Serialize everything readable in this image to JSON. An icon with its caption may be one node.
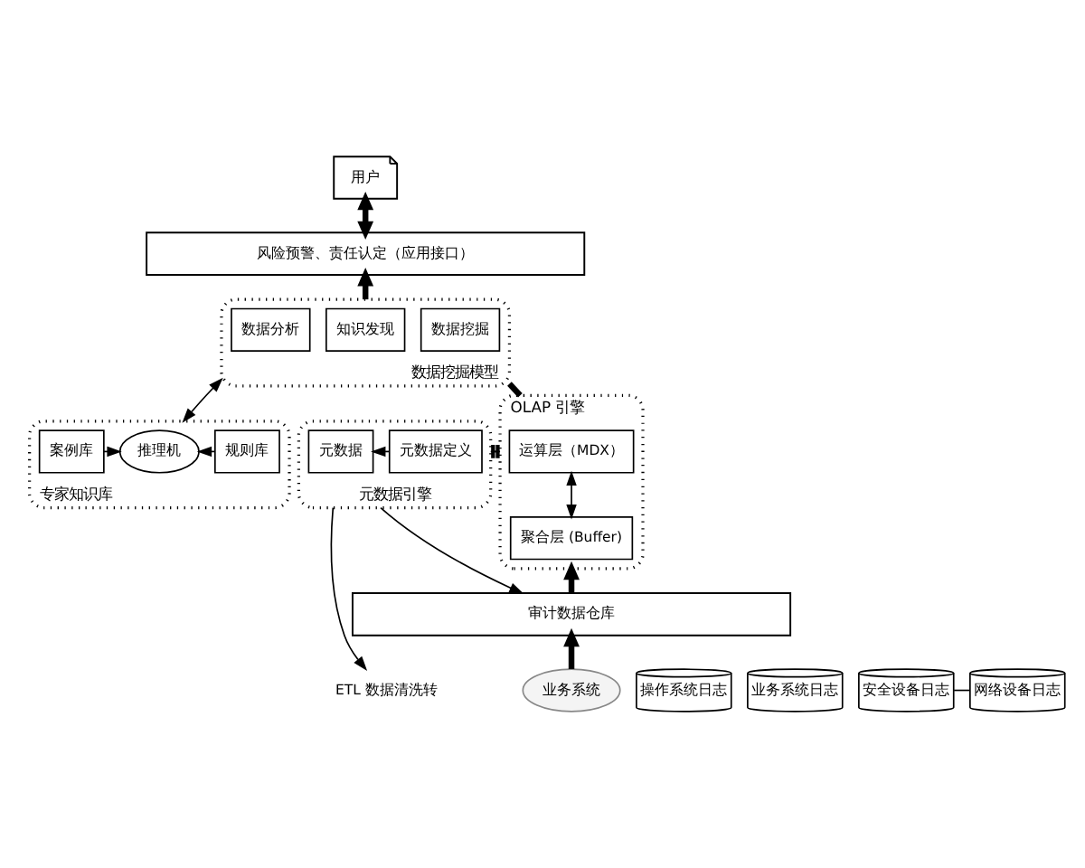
{
  "diagram": {
    "nodes": [
      {
        "text": [
          "用户"
        ]
      },
      {
        "text": [
          "风险预警、责任认定（应用接口）"
        ]
      },
      {
        "text": [
          "数据挖掘模型"
        ]
      },
      {
        "text": [
          "数据分析"
        ],
        "in": 2
      },
      {
        "text": [
          "知识发现"
        ],
        "in": 2
      },
      {
        "text": [
          "数据挖掘"
        ],
        "in": 2
      },
      {
        "text": [
          "专家知识库"
        ]
      },
      {
        "text": [
          "规则库"
        ],
        "in": 6
      },
      {
        "text": [
          "推理机"
        ],
        "in": 6
      },
      {
        "text": [
          "案例库"
        ],
        "in": 6
      },
      {
        "text": [
          "OLAP 引擎"
        ]
      },
      {
        "text": [
          "运算层（MDX）"
        ],
        "in": 10
      },
      {
        "text": [
          "聚合层 (Buffer)"
        ],
        "in": 10
      },
      {
        "text": [
          "元数据引擎"
        ]
      },
      {
        "text": [
          "元数据定义"
        ],
        "in": 13
      },
      {
        "text": [
          "元数据"
        ],
        "in": 13
      },
      {
        "text": [
          "审计数据仓库"
        ]
      },
      {
        "text": [
          "业务系统"
        ]
      },
      {
        "text": [
          "操作系统日志"
        ]
      },
      {
        "text": [
          "业务系统日志"
        ]
      },
      {
        "text": [
          "安全设备日志"
        ]
      },
      {
        "text": [
          "网络设备日志"
        ]
      },
      {
        "text": [
          "ETL 数据清洗转"
        ]
      }
    ],
    "edges": [
      {
        "from": 1,
        "to": 0,
        "arrow": "both",
        "style": "thick"
      },
      {
        "from": 2,
        "to": 1,
        "arrow": "to",
        "style": "thick"
      },
      {
        "from": 6,
        "to": 2,
        "arrow": "both"
      },
      {
        "from": 7,
        "to": 8,
        "arrow": "to"
      },
      {
        "from": 9,
        "to": 8,
        "arrow": "to"
      },
      {
        "from": 10,
        "to": 2,
        "arrow": "none",
        "style": "thick"
      },
      {
        "from": 12,
        "to": 11,
        "arrow": "both"
      },
      {
        "from": 10,
        "to": 13,
        "arrow": "other"
      },
      {
        "from": 14,
        "to": 15,
        "arrow": "to"
      },
      {
        "from": 16,
        "to": 10,
        "arrow": "to",
        "style": "thick"
      },
      {
        "from": 13,
        "to": 16,
        "arrow": "to"
      },
      {
        "from": 13,
        "to": 22,
        "arrow": "to"
      },
      {
        "from": 17,
        "to": 16,
        "arrow": "to",
        "style": "thick"
      },
      {
        "from": 20,
        "to": 21,
        "arrow": "none"
      }
    ]
  }
}
